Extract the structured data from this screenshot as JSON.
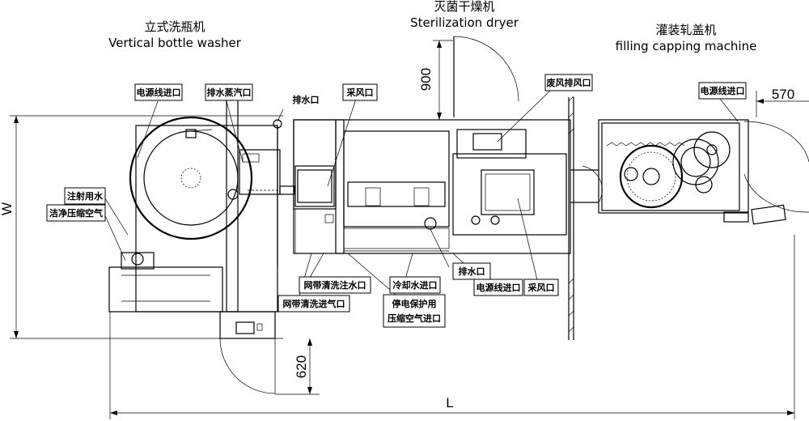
{
  "titles": {
    "washer_cn": "立式洗瓶机",
    "washer_en": "Vertical bottle washer",
    "dryer_cn": "灭菌干燥机",
    "dryer_en": "Sterilization dryer",
    "filler_cn": "灌装轧盖机",
    "filler_en": "filling capping machine"
  },
  "labels": {
    "power_inlet_1": "电源线进口",
    "drain_steam": "排水蒸汽口",
    "drain_1": "排水口",
    "air_intake_1": "采风口",
    "exhaust": "废风排风口",
    "power_inlet_3": "电源线进口",
    "injection_water": "注射用水",
    "clean_air": "洁净压缩空气",
    "belt_water": "网带清洗注水口",
    "belt_air": "网带清洗进气口",
    "cooling_water": "冷却水进口",
    "power_fail_1": "停电保护用",
    "power_fail_2": "压缩空气进口",
    "drain_2": "排水口",
    "power_inlet_2": "电源线进口",
    "air_intake_2": "采风口"
  },
  "dimensions": {
    "d900": "900",
    "d570": "570",
    "d620": "620",
    "W": "W",
    "L": "L"
  }
}
